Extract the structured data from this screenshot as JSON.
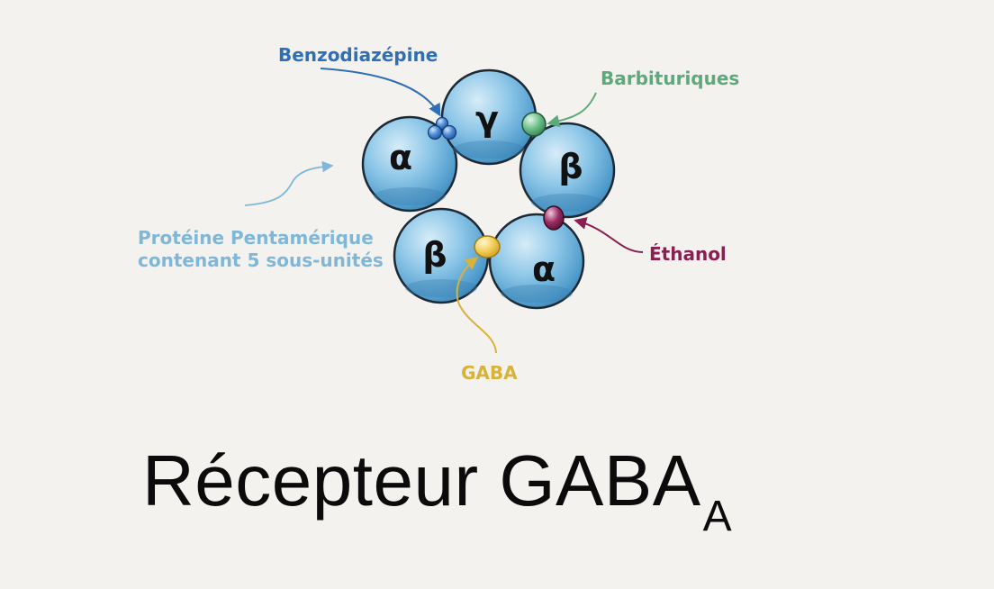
{
  "title": {
    "main": "Récepteur GABA",
    "subscript": "A"
  },
  "subunits": [
    {
      "label": "α"
    },
    {
      "label": "γ"
    },
    {
      "label": "β"
    },
    {
      "label": "β"
    },
    {
      "label": "α"
    }
  ],
  "callouts": {
    "benzodiazepine": {
      "text": "Benzodiazépine",
      "color": "#2f6fb6"
    },
    "barbituriques": {
      "text": "Barbituriques",
      "color": "#5ea97b"
    },
    "ethanol": {
      "text": "Éthanol",
      "color": "#8a1f52"
    },
    "gaba": {
      "text": "GABA",
      "color": "#d9b23a"
    },
    "proteine": {
      "lines": [
        "Protéine Pentamérique",
        "contenant 5 sous-unités"
      ],
      "color": "#7fb7d8"
    }
  },
  "colors": {
    "subunit_fill": "#6fb3dc",
    "subunit_stroke": "#1d2a36",
    "background": "#f4f2ee"
  }
}
